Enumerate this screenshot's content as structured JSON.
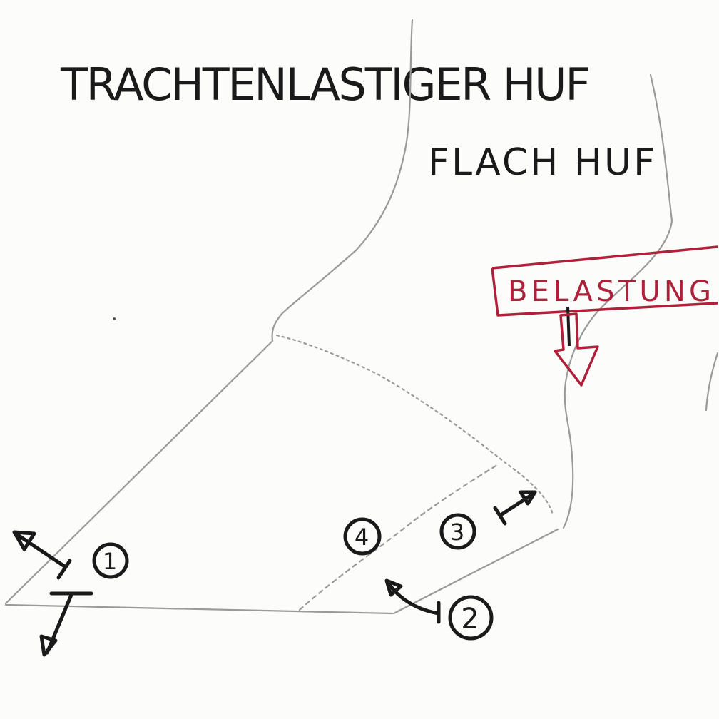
{
  "title": "TRACHTENLASTIGER HUF",
  "subtitle": "FLACH HUF",
  "load_label": "BELASTUNG",
  "markers": [
    "1",
    "2",
    "3",
    "4"
  ],
  "colors": {
    "ink": "#1a1a1a",
    "pencil": "#9a9a9a",
    "load": "#b0203a"
  }
}
